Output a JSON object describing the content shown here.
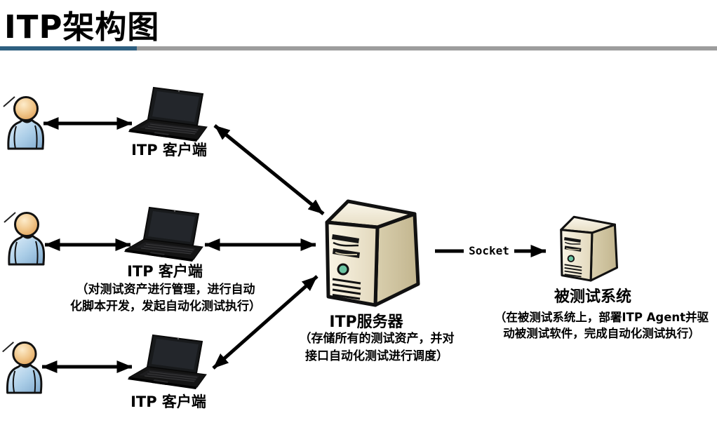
{
  "title": "ITP架构图",
  "divider": {
    "accent_color": "#2e5f80",
    "gray_color": "#9d9d9d"
  },
  "clients": [
    {
      "label": "ITP 客户端"
    },
    {
      "label": "ITP 客户端",
      "desc_line1": "（对测试资产进行管理，进行自动",
      "desc_line2": "化脚本开发，发起自动化测试执行）"
    },
    {
      "label": "ITP 客户端"
    }
  ],
  "server": {
    "label": "ITP服务器",
    "desc_line1": "（存储所有的测试资产，并对",
    "desc_line2": "接口自动化测试进行调度）"
  },
  "sut": {
    "label": "被测试系统",
    "desc_line1": "（在被测试系统上，部署ITP Agent并驱",
    "desc_line2": "动被测试软件，完成自动化测试执行）"
  },
  "socket": {
    "label": "Socket"
  },
  "icons": {
    "user": "user-icon",
    "laptop": "laptop-icon",
    "server": "server-tower-icon"
  },
  "arrow_color": "#000000"
}
